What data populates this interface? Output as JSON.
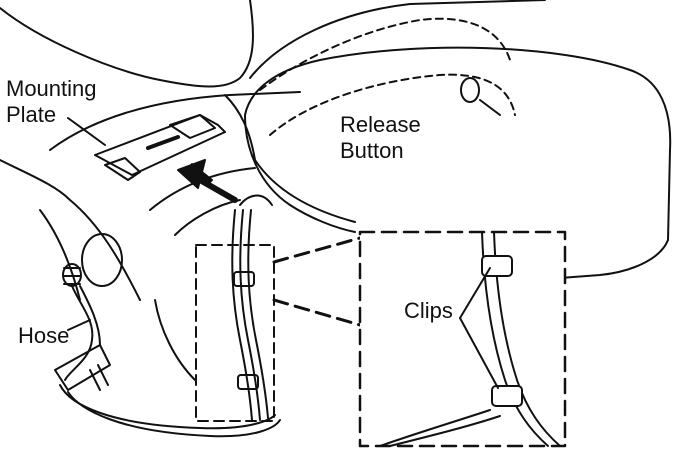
{
  "labels": {
    "mounting_plate": [
      "Mounting",
      "Plate"
    ],
    "release_button": [
      "Release",
      "Button"
    ],
    "hose": "Hose",
    "clips": "Clips"
  },
  "colors": {
    "ink": "#111111",
    "background": "#ffffff"
  }
}
